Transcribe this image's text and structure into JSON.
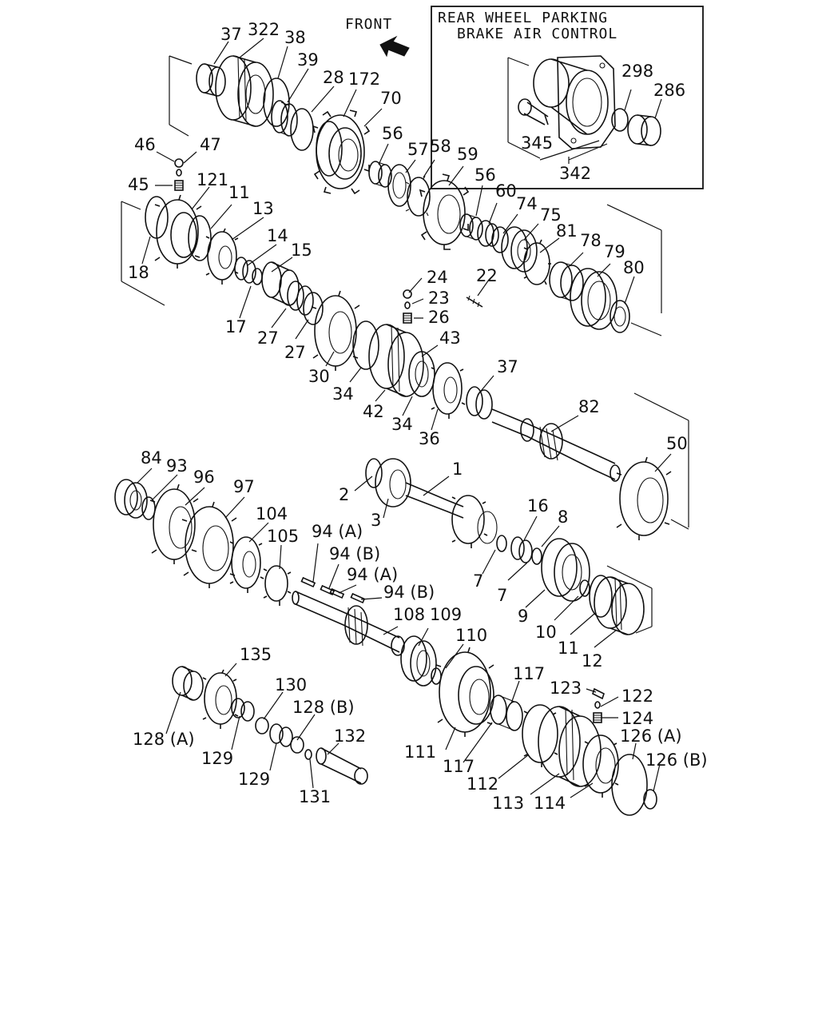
{
  "inset": {
    "title_line1": "REAR WHEEL PARKING",
    "title_line2": "BRAKE AIR CONTROL"
  },
  "front_label": "FRONT",
  "labels": {
    "l37a": "37",
    "l322": "322",
    "l38": "38",
    "l39": "39",
    "l28": "28",
    "l172": "172",
    "l70": "70",
    "l46": "46",
    "l47": "47",
    "l45": "45",
    "l56a": "56",
    "l57": "57",
    "l58": "58",
    "l59": "59",
    "l56b": "56",
    "l60": "60",
    "l74": "74",
    "l75": "75",
    "l81": "81",
    "l78": "78",
    "l79": "79",
    "l80": "80",
    "l298": "298",
    "l286": "286",
    "l345": "345",
    "l342": "342",
    "l121": "121",
    "l11a": "11",
    "l13": "13",
    "l14": "14",
    "l15": "15",
    "l18": "18",
    "l17": "17",
    "l27a": "27",
    "l27b": "27",
    "l24": "24",
    "l23": "23",
    "l22": "22",
    "l26": "26",
    "l43": "43",
    "l30": "30",
    "l34a": "34",
    "l42": "42",
    "l34b": "34",
    "l36": "36",
    "l37b": "37",
    "l82": "82",
    "l50": "50",
    "l84": "84",
    "l93": "93",
    "l96": "96",
    "l97": "97",
    "l104": "104",
    "l105": "105",
    "l94a1": "94 (A)",
    "l94b1": "94 (B)",
    "l94a2": "94 (A)",
    "l94b2": "94 (B)",
    "l1": "1",
    "l2": "2",
    "l3": "3",
    "l16": "16",
    "l8": "8",
    "l7a": "7",
    "l7b": "7",
    "l9": "9",
    "l10": "10",
    "l11b": "11",
    "l12": "12",
    "l108": "108",
    "l109": "109",
    "l110": "110",
    "l135": "135",
    "l130": "130",
    "l128b": "128 (B)",
    "l128a": "128 (A)",
    "l129a": "129",
    "l129b": "129",
    "l132": "132",
    "l131": "131",
    "l117a": "117",
    "l117b": "117",
    "l111": "111",
    "l112": "112",
    "l113": "113",
    "l114": "114",
    "l123": "123",
    "l122": "122",
    "l124": "124",
    "l126a": "126 (A)",
    "l126b": "126 (B)"
  }
}
